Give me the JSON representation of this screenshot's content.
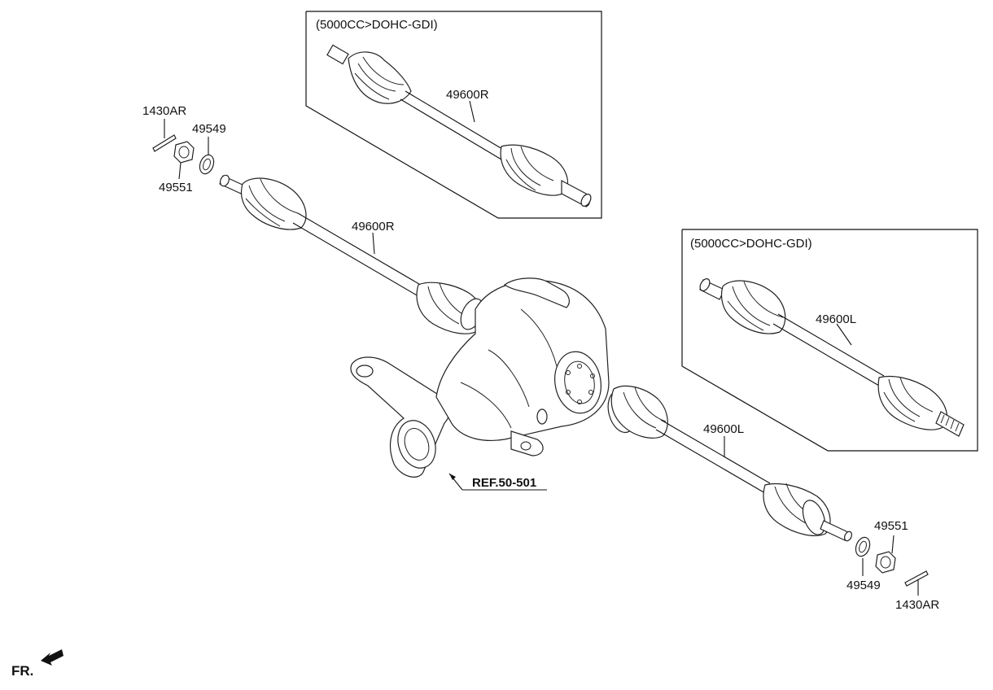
{
  "boxes": {
    "upper_variant": "(5000CC>DOHC-GDI)",
    "right_variant": "(5000CC>DOHC-GDI)"
  },
  "labels": {
    "upper_box_shaft": "49600R",
    "right_shaft_main": "49600R",
    "cotter_pin_upper": "1430AR",
    "washer_upper": "49549",
    "nut_upper": "49551",
    "right_box_shaft": "49600L",
    "left_shaft_main": "49600L",
    "nut_lower": "49551",
    "washer_lower": "49549",
    "cotter_pin_lower": "1430AR",
    "reference": "REF.50-501",
    "front_indicator": "FR."
  }
}
